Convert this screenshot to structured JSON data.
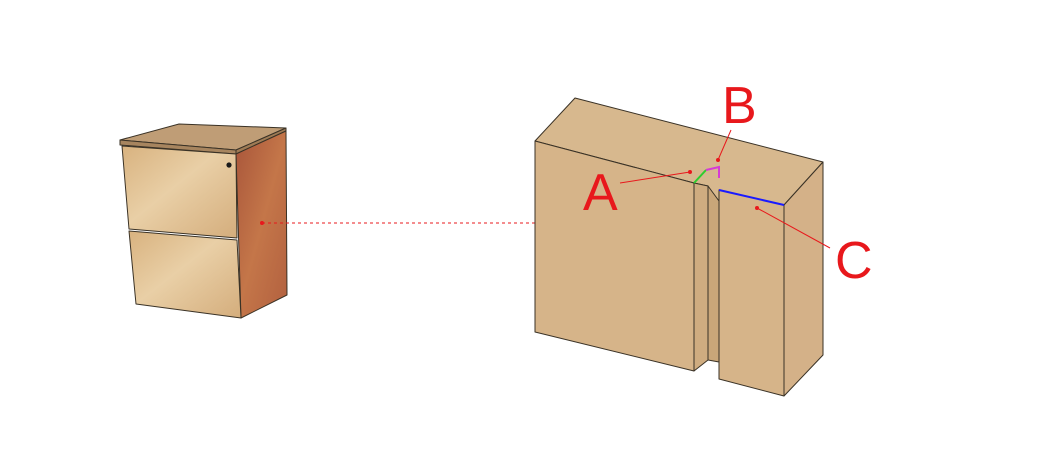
{
  "diagram": {
    "labels": {
      "a": "A",
      "b": "B",
      "c": "C"
    },
    "colors": {
      "leader": "#e8181c",
      "edge_a": "#2ecc2e",
      "edge_b": "#d63ad6",
      "edge_c": "#1a1aff",
      "block_top": "#d7b88e",
      "block_front": "#d6b489",
      "block_side": "#d4b188",
      "cabinet_front": "#e2c49a",
      "cabinet_side": "#b9693f",
      "cabinet_top": "#bf9d76"
    },
    "icons": {
      "cabinet": "filing-cabinet-icon",
      "block": "notched-block-icon"
    }
  }
}
